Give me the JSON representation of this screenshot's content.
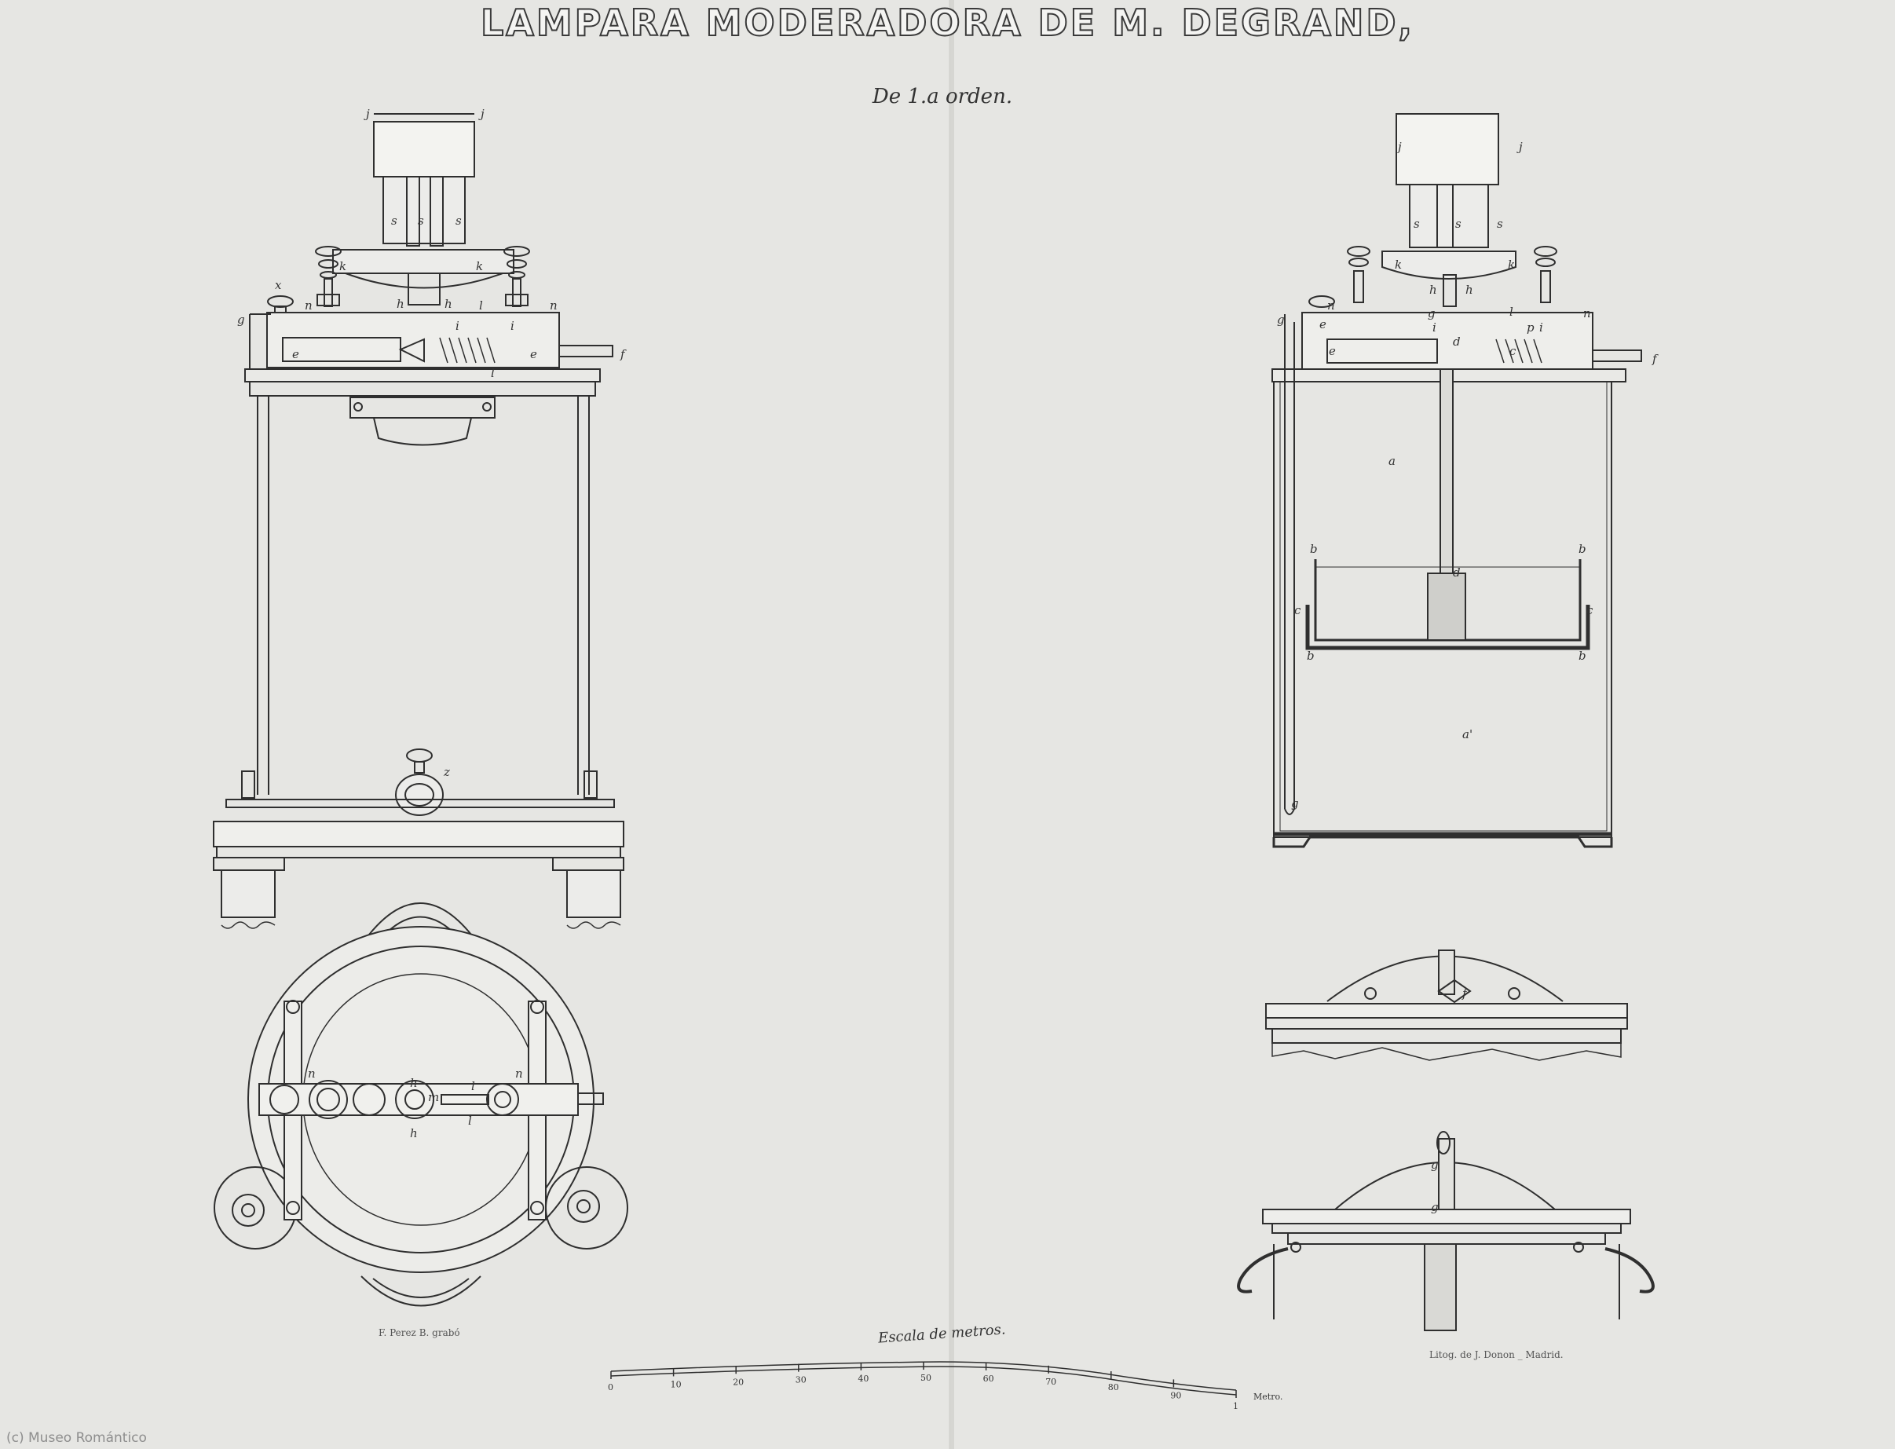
{
  "title": "LAMPARA MODERADORA DE M. DEGRAND,",
  "subtitle": "De 1.a orden.",
  "credits": {
    "engraver": "F. Perez B. grabó",
    "lithographer": "Litog. de J. Donon _ Madrid."
  },
  "watermark": "(c) Museo Romántico",
  "scale": {
    "title": "Escala de metros.",
    "ticks": [
      "0",
      "10",
      "20",
      "30",
      "40",
      "50",
      "60",
      "70",
      "80",
      "90",
      "1"
    ],
    "unit": "Metro."
  },
  "labels": {
    "elevation": [
      "j",
      "j",
      "s",
      "s",
      "s",
      "k",
      "k",
      "h",
      "h",
      "x",
      "g",
      "n",
      "l",
      "n",
      "e",
      "i",
      "i",
      "e",
      "f",
      "l",
      "z"
    ],
    "plan": [
      "n",
      "h",
      "m",
      "l",
      "n",
      "h",
      "l"
    ],
    "section": [
      "j",
      "j",
      "s",
      "s",
      "s",
      "k",
      "k",
      "h",
      "h",
      "g",
      "n",
      "e",
      "g",
      "i",
      "l",
      "p",
      "i",
      "n",
      "e",
      "d",
      "c",
      "f",
      "a",
      "b",
      "b",
      "d",
      "c",
      "c",
      "b",
      "b",
      "a'",
      "g"
    ],
    "detail_top": [
      "f"
    ],
    "detail_bottom": [
      "g",
      "g"
    ]
  },
  "colors": {
    "paper": "#e6e6e3",
    "ink": "#2f2f2f"
  }
}
